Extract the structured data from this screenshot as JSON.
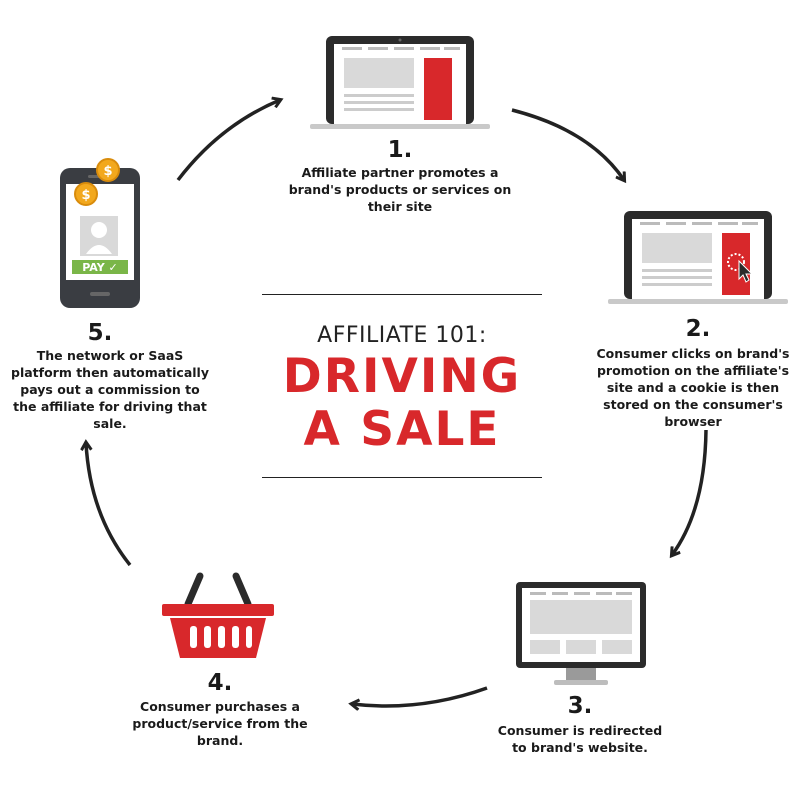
{
  "title": {
    "small": "AFFILIATE 101:",
    "line1": "DRIVING",
    "line2": "A SALE"
  },
  "steps": [
    {
      "number": "1.",
      "description": "Affiliate partner promotes a brand's products or services on their site",
      "icon": "laptop-icon"
    },
    {
      "number": "2.",
      "description": "Consumer clicks on brand's promotion on the affiliate's site and a cookie is then stored on the consumer's browser",
      "icon": "laptop-click-icon"
    },
    {
      "number": "3.",
      "description": "Consumer is redirected to brand's website.",
      "icon": "monitor-icon"
    },
    {
      "number": "4.",
      "description": "Consumer purchases a product/service from the brand.",
      "icon": "shopping-basket-icon"
    },
    {
      "number": "5.",
      "description": "The network or SaaS platform then automatically pays out a commission to the affiliate for driving that sale.",
      "icon": "phone-payment-icon"
    }
  ],
  "phone": {
    "pay_label": "PAY ✓"
  },
  "colors": {
    "accent": "#d8282b",
    "dark": "#2b2b2b",
    "device": "#3a3d42",
    "screen_gray": "#d9d9d9",
    "pay_green": "#7ab648",
    "coin": "#f2a81d"
  }
}
